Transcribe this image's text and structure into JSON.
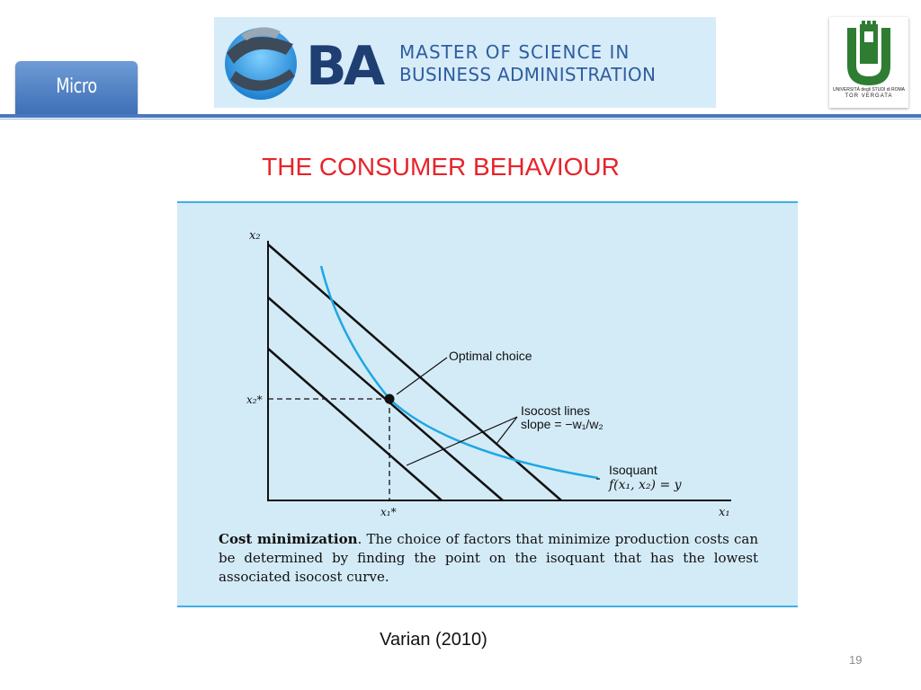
{
  "header": {
    "section_tab": "Micro",
    "banner_logo_text": "BA",
    "banner_line1": "MASTER OF SCIENCE IN",
    "banner_line2": "BUSINESS ADMINISTRATION",
    "university_line1": "UNIVERSITÀ degli STUDI di ROMA",
    "university_line2": "TOR VERGATA",
    "colors": {
      "tab": "#4a78c0",
      "title": "#e8232b",
      "figure_background": "#d3ebf7",
      "isoquant": "#1ea7e4"
    }
  },
  "slide": {
    "title": "THE CONSUMER BEHAVIOUR",
    "source": "Varian (2010)",
    "page_number": "19"
  },
  "figure": {
    "axis_x": "x₁",
    "axis_y": "x₂",
    "tick_x": "x₁*",
    "tick_y": "x₂*",
    "label_optimal": "Optimal choice",
    "label_isocost_1": "Isocost lines",
    "label_isocost_2": "slope = −w₁/w₂",
    "label_isoquant_1": "Isoquant",
    "label_isoquant_2": "f(x₁, x₂) = y",
    "caption_bold": "Cost minimization",
    "caption_text": ". The choice of factors that minimize production costs can be determined by finding the point on the isoquant that has the lowest associated isocost curve."
  }
}
